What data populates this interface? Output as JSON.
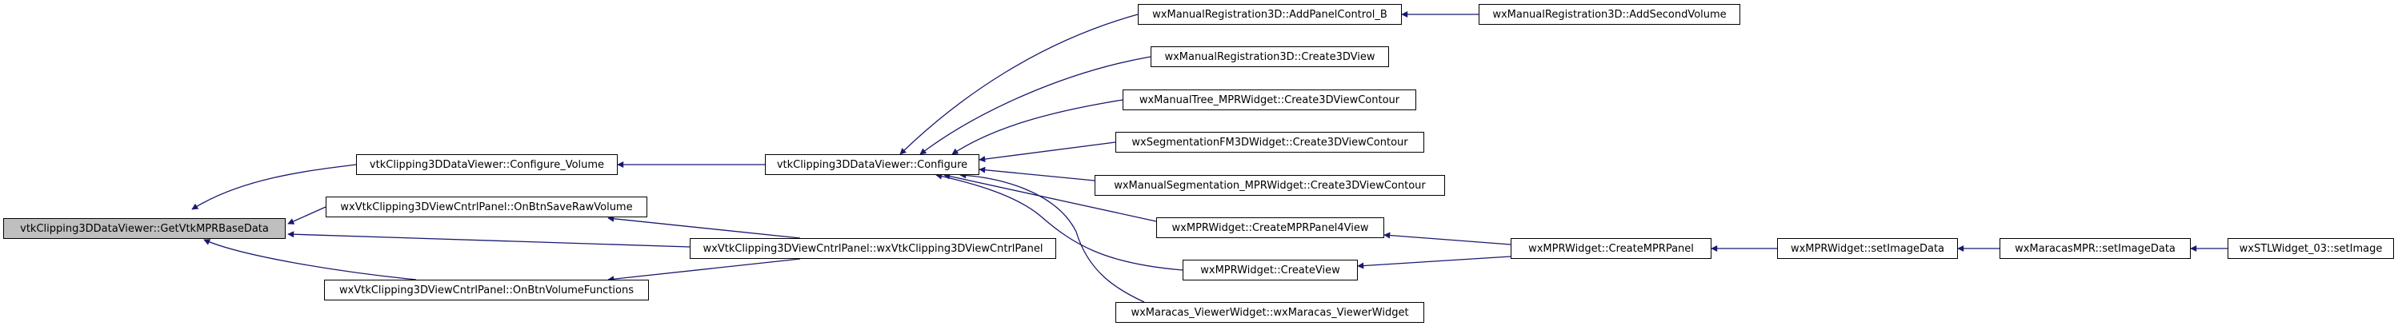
{
  "colors": {
    "edge": "#191970",
    "root_fill": "#bfbfbf",
    "node_fill": "#ffffff",
    "node_border": "#000000"
  },
  "nodes": {
    "getvtkmpr": "vtkClipping3DDataViewer::GetVtkMPRBaseData",
    "configure_volume": "vtkClipping3DDataViewer::Configure_Volume",
    "onbtnsaveraw": "wxVtkClipping3DViewCntrlPanel::OnBtnSaveRawVolume",
    "ctor_panel": "wxVtkClipping3DViewCntrlPanel::wxVtkClipping3DViewCntrlPanel",
    "onbtnvolume": "wxVtkClipping3DViewCntrlPanel::OnBtnVolumeFunctions",
    "configure": "vtkClipping3DDataViewer::Configure",
    "addpanel": "wxManualRegistration3D::AddPanelControl_B",
    "addsecond": "wxManualRegistration3D::AddSecondVolume",
    "mr_create3d": "wxManualRegistration3D::Create3DView",
    "tree_contour": "wxManualTree_MPRWidget::Create3DViewContour",
    "segfm3d": "wxSegmentationFM3DWidget::Create3DViewContour",
    "manseg": "wxManualSegmentation_MPRWidget::Create3DViewContour",
    "mpr_panel4": "wxMPRWidget::CreateMPRPanel4View",
    "mpr_createmprpanel": "wxMPRWidget::CreateMPRPanel",
    "mpr_createview": "wxMPRWidget::CreateView",
    "viewer_ctor": "wxMaracas_ViewerWidget::wxMaracas_ViewerWidget",
    "mpr_setimage": "wxMPRWidget::setImageData",
    "maracas_setimage": "wxMaracasMPR::setImageData",
    "stl_setimage": "wxSTLWidget_03::setImage"
  }
}
